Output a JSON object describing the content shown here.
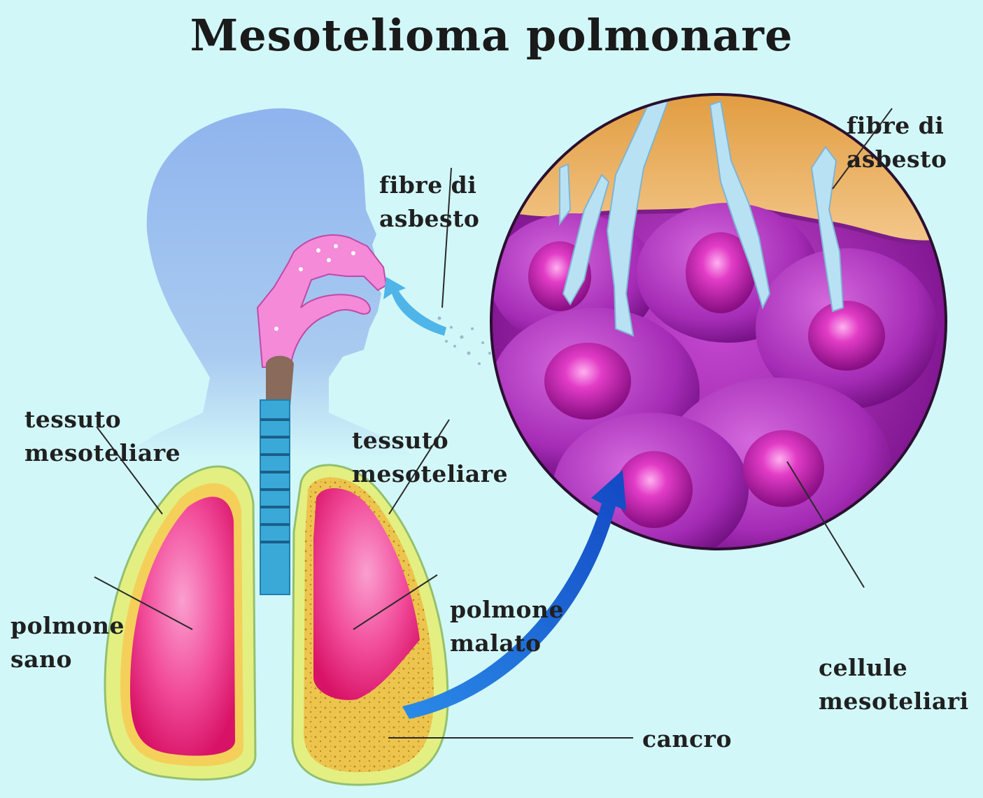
{
  "title": "Mesotelioma polmonare",
  "labels": {
    "fibre_top": [
      "fibre di",
      "asbesto"
    ],
    "fibre_center": [
      "fibre di",
      "asbesto"
    ],
    "tessuto_left": [
      "tessuto",
      "mesoteliare"
    ],
    "tessuto_center": [
      "tessuto",
      "mesoteliare"
    ],
    "polmone_sano": [
      "polmone",
      "sano"
    ],
    "polmone_malato": [
      "polmone",
      "malato"
    ],
    "cellule": [
      "cellule",
      "mesoteliari"
    ],
    "cancro": "cancro"
  },
  "colors": {
    "background": "#d2f7f9",
    "head": "#93b9ee",
    "lung": "#f0207e",
    "pleura": "#e2ee7c",
    "cancer": "#eac64a",
    "trachea": "#3aa9d8",
    "cell": "#a11fb4",
    "tissue_top": "#e6a64e",
    "arrow": "#1f67d8",
    "fiber": "#b8e2f4"
  }
}
